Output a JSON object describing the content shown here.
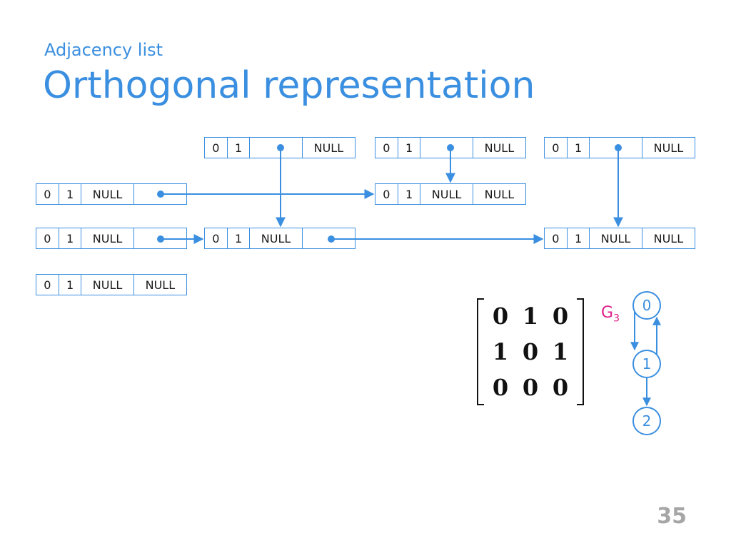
{
  "header": {
    "subtitle": "Adjacency list",
    "title": "Orthogonal representation"
  },
  "page_number": "35",
  "column_headers": [
    {
      "row": "0",
      "col": "1",
      "tail": "NULL"
    },
    {
      "row": "0",
      "col": "1",
      "tail": "NULL"
    },
    {
      "row": "0",
      "col": "1",
      "tail": "NULL"
    }
  ],
  "row_headers": [
    {
      "row": "0",
      "col": "1",
      "down": "NULL"
    },
    {
      "row": "0",
      "col": "1",
      "down": "NULL"
    },
    {
      "row": "0",
      "col": "1",
      "down": "NULL",
      "right": "NULL"
    }
  ],
  "edge_nodes": [
    {
      "row": "0",
      "col": "1",
      "down": "NULL",
      "right": "NULL"
    },
    {
      "row": "0",
      "col": "1",
      "down": "NULL"
    },
    {
      "row": "0",
      "col": "1",
      "down": "NULL",
      "right": "NULL"
    }
  ],
  "matrix": [
    [
      "0",
      "1",
      "0"
    ],
    [
      "1",
      "0",
      "1"
    ],
    [
      "0",
      "0",
      "0"
    ]
  ],
  "graph": {
    "label": "G",
    "label_sub": "3",
    "nodes": [
      "0",
      "1",
      "2"
    ]
  },
  "colors": {
    "accent": "#3b8fe0",
    "graph_label": "#e0218a",
    "page_number": "#a6a6a6"
  }
}
